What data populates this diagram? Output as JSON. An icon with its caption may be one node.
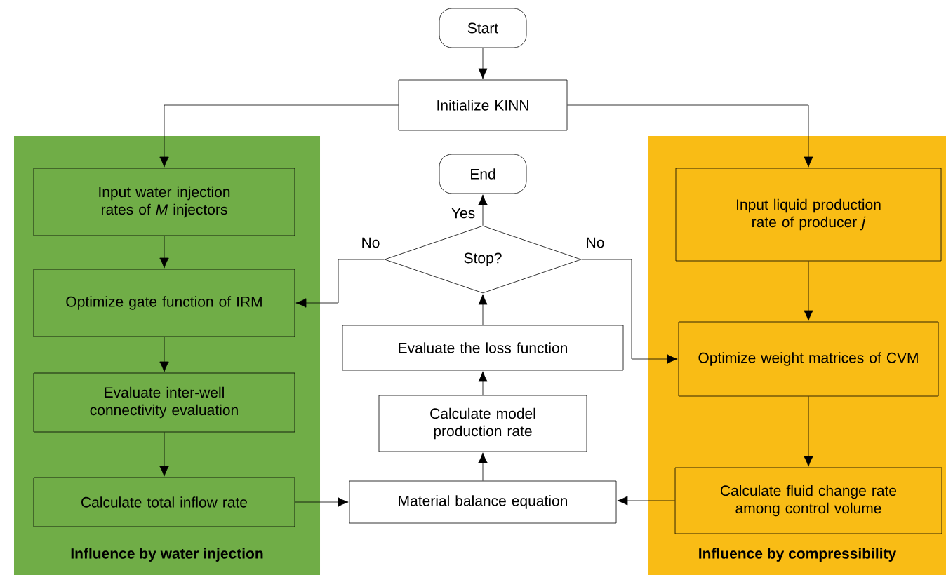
{
  "diagram": {
    "nodes": [
      {
        "text": [
          "Start"
        ]
      },
      {
        "text": [
          "Initialize KINN"
        ]
      },
      {
        "text": [
          "Influence by water injection"
        ]
      },
      {
        "text": [
          "Input water injection rates of *M* injectors"
        ],
        "in": 2
      },
      {
        "text": [
          "Optimize gate function of IRM"
        ],
        "in": 2
      },
      {
        "text": [
          "Evaluate inter-well connectivity evaluation"
        ],
        "in": 2
      },
      {
        "text": [
          "Calculate total inflow rate"
        ],
        "in": 2
      },
      {
        "text": [
          "End"
        ]
      },
      {
        "text": [
          "Stop?"
        ]
      },
      {
        "text": [
          "Evaluate the loss function"
        ]
      },
      {
        "text": [
          "Calculate model production rate"
        ]
      },
      {
        "text": [
          "Material balance equation"
        ]
      },
      {
        "text": [
          "Influence by compressibility"
        ]
      },
      {
        "text": [
          "Input liquid production rate of producer *j*"
        ],
        "in": 12
      },
      {
        "text": [
          "Optimize weight matrices of CVM"
        ],
        "in": 12
      },
      {
        "text": [
          "Calculate fluid change rate among control volume"
        ],
        "in": 12
      }
    ],
    "edges": [
      {
        "from": 0,
        "to": 1,
        "arrow": "to"
      },
      {
        "from": 1,
        "to": 3,
        "arrow": "to"
      },
      {
        "from": 1,
        "to": 13,
        "arrow": "to"
      },
      {
        "from": 3,
        "to": 4,
        "arrow": "to"
      },
      {
        "from": 4,
        "to": 5,
        "arrow": "to"
      },
      {
        "from": 5,
        "to": 6,
        "arrow": "to"
      },
      {
        "from": 6,
        "to": 11,
        "arrow": "to"
      },
      {
        "from": 15,
        "to": 11,
        "arrow": "to"
      },
      {
        "from": 11,
        "to": 10,
        "arrow": "to"
      },
      {
        "from": 10,
        "to": 9,
        "arrow": "to"
      },
      {
        "from": 9,
        "to": 8,
        "arrow": "to"
      },
      {
        "from": 8,
        "to": 7,
        "arrow": "to",
        "label": "Yes"
      },
      {
        "from": 8,
        "to": 4,
        "arrow": "to",
        "label": "No"
      },
      {
        "from": 8,
        "to": 14,
        "arrow": "to",
        "label": "No"
      },
      {
        "from": 13,
        "to": 14,
        "arrow": "to"
      },
      {
        "from": 14,
        "to": 15,
        "arrow": "to"
      }
    ]
  }
}
